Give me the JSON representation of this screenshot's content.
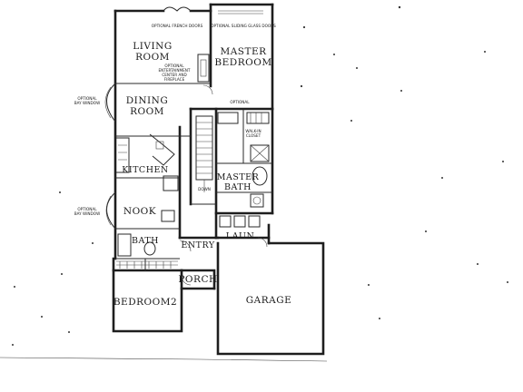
{
  "rooms": {
    "living_room_1": "LIVING",
    "living_room_2": "ROOM",
    "master_bedroom_1": "MASTER",
    "master_bedroom_2": "BEDROOM",
    "dining_room_1": "DINING",
    "dining_room_2": "ROOM",
    "kitchen": "KITCHEN",
    "nook": "NOOK",
    "bath": "BATH",
    "entry": "ENTRY",
    "porch": "PORCH",
    "bedroom2": "BEDROOM2",
    "garage": "GARAGE",
    "master_bath_1": "MASTER",
    "master_bath_2": "BATH",
    "laun": "LAUN.",
    "walk_in_closet_1": "WALK-IN",
    "walk_in_closet_2": "CLOSET",
    "down": "DOWN"
  },
  "notes": {
    "optional_french_doors": "OPTIONAL FRENCH DOORS",
    "optional_sliding_glass_doors": "OPTIONAL SLIDING GLASS DOORS",
    "optional_fireplace_1": "OPTIONAL",
    "optional_fireplace_2": "ENTERTAINMENT",
    "optional_fireplace_3": "CENTER AND",
    "optional_fireplace_4": "FIREPLACE",
    "optional_bay_dining_1": "OPTIONAL",
    "optional_bay_dining_2": "BAY WINDOW",
    "optional_bay_nook_1": "OPTIONAL",
    "optional_bay_nook_2": "BAY WINDOW",
    "optional_master": "OPTIONAL"
  }
}
